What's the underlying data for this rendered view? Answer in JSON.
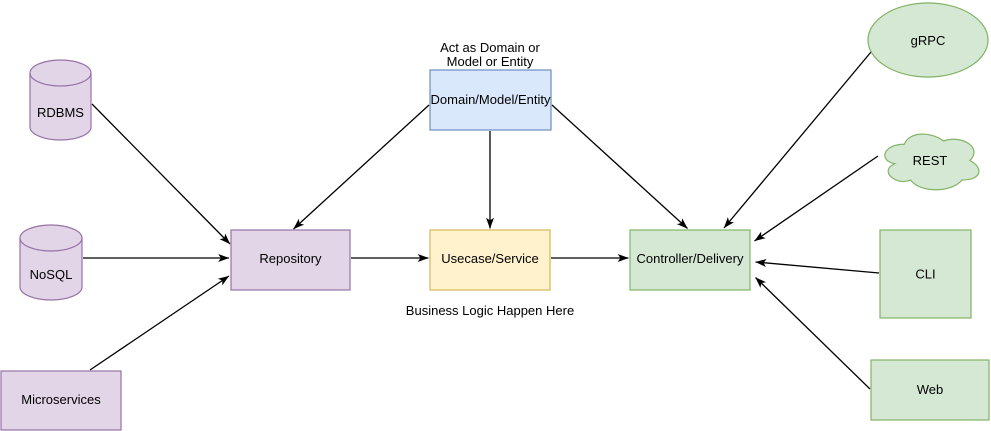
{
  "diagram": {
    "type": "architecture-diagram",
    "annotations": {
      "domain_note_line1": "Act as Domain or",
      "domain_note_line2": "Model or Entity",
      "usecase_note": "Business Logic Happen Here"
    },
    "nodes": {
      "rdbms": {
        "label": "RDBMS",
        "shape": "cylinder",
        "color": "purple"
      },
      "nosql": {
        "label": "NoSQL",
        "shape": "cylinder",
        "color": "purple"
      },
      "microservices": {
        "label": "Microservices",
        "shape": "rectangle",
        "color": "purple"
      },
      "repository": {
        "label": "Repository",
        "shape": "rectangle",
        "color": "purple"
      },
      "domain": {
        "label": "Domain/Model/Entity",
        "shape": "rectangle",
        "color": "blue"
      },
      "usecase": {
        "label": "Usecase/Service",
        "shape": "rectangle",
        "color": "yellow"
      },
      "controller": {
        "label": "Controller/Delivery",
        "shape": "rectangle",
        "color": "green"
      },
      "grpc": {
        "label": "gRPC",
        "shape": "ellipse",
        "color": "green"
      },
      "rest": {
        "label": "REST",
        "shape": "cloud",
        "color": "green"
      },
      "cli": {
        "label": "CLI",
        "shape": "rectangle",
        "color": "green"
      },
      "web": {
        "label": "Web",
        "shape": "rectangle",
        "color": "green"
      }
    },
    "edges": [
      {
        "from": "RDBMS",
        "to": "Repository"
      },
      {
        "from": "NoSQL",
        "to": "Repository"
      },
      {
        "from": "Microservices",
        "to": "Repository"
      },
      {
        "from": "Domain/Model/Entity",
        "to": "Repository"
      },
      {
        "from": "Domain/Model/Entity",
        "to": "Usecase/Service"
      },
      {
        "from": "Domain/Model/Entity",
        "to": "Controller/Delivery"
      },
      {
        "from": "Repository",
        "to": "Usecase/Service"
      },
      {
        "from": "Usecase/Service",
        "to": "Controller/Delivery"
      },
      {
        "from": "gRPC",
        "to": "Controller/Delivery"
      },
      {
        "from": "REST",
        "to": "Controller/Delivery"
      },
      {
        "from": "CLI",
        "to": "Controller/Delivery"
      },
      {
        "from": "Web",
        "to": "Controller/Delivery"
      }
    ],
    "colors": {
      "purple_fill": "#E1D5E7",
      "purple_stroke": "#9673A6",
      "blue_fill": "#DAE8FC",
      "blue_stroke": "#6C8EBF",
      "yellow_fill": "#FFF2CC",
      "yellow_stroke": "#D6B656",
      "green_fill": "#D5E8D4",
      "green_stroke": "#82B366",
      "edge": "#000000",
      "text": "#000000",
      "background": "#FFFFFF"
    }
  }
}
